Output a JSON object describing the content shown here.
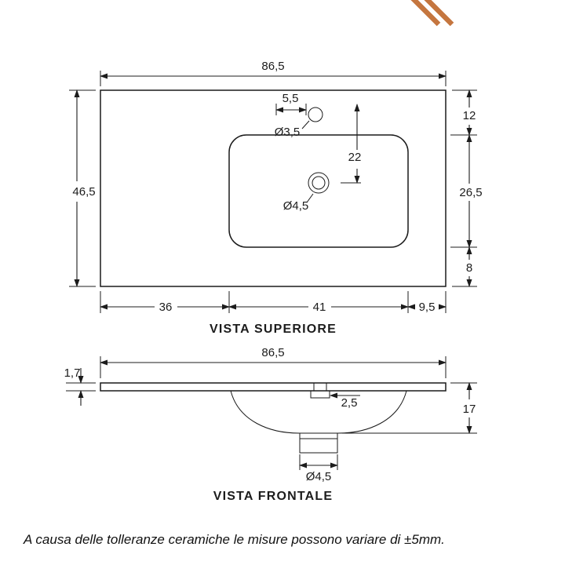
{
  "colors": {
    "accent": "#c5763f",
    "ink": "#1a1a1a"
  },
  "footer": {
    "note": "A causa delle tolleranze ceramiche le misure possono variare di ±5mm."
  },
  "top_view": {
    "label": "VISTA SUPERIORE",
    "dim_width": "86,5",
    "dim_depth": "46,5",
    "dim_right_top": "12",
    "dim_right_middle": "26,5",
    "dim_right_bottom": "8",
    "dim_bottom_left": "36",
    "dim_bottom_middle": "41",
    "dim_bottom_right": "9,5",
    "dim_hole_offset": "5,5",
    "hole_diameter": "Ø3,5",
    "dim_hole_to_drain": "22",
    "drain_diameter": "Ø4,5"
  },
  "front_view": {
    "label": "VISTA FRONTALE",
    "dim_width": "86,5",
    "dim_thickness": "1,7",
    "dim_hole_depth": "2,5",
    "dim_basin_depth": "17",
    "drain_diameter": "Ø4,5"
  }
}
